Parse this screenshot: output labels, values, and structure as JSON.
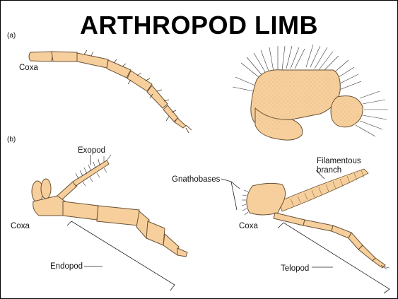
{
  "title": "ARTHROPOD LIMB",
  "panel_a": {
    "tag": "(a)",
    "coxa_label": "Coxa"
  },
  "panel_b": {
    "tag": "(b)",
    "left": {
      "exopod": "Exopod",
      "coxa": "Coxa",
      "endopod": "Endopod"
    },
    "right": {
      "gnathobases": "Gnathobases",
      "filamentous_line1": "Filamentous",
      "filamentous_line2": "branch",
      "coxa": "Coxa",
      "telopod": "Telopod"
    }
  },
  "colors": {
    "limb_fill": "#f6cf9c",
    "limb_stroke": "#6b5234",
    "line": "#222222"
  }
}
